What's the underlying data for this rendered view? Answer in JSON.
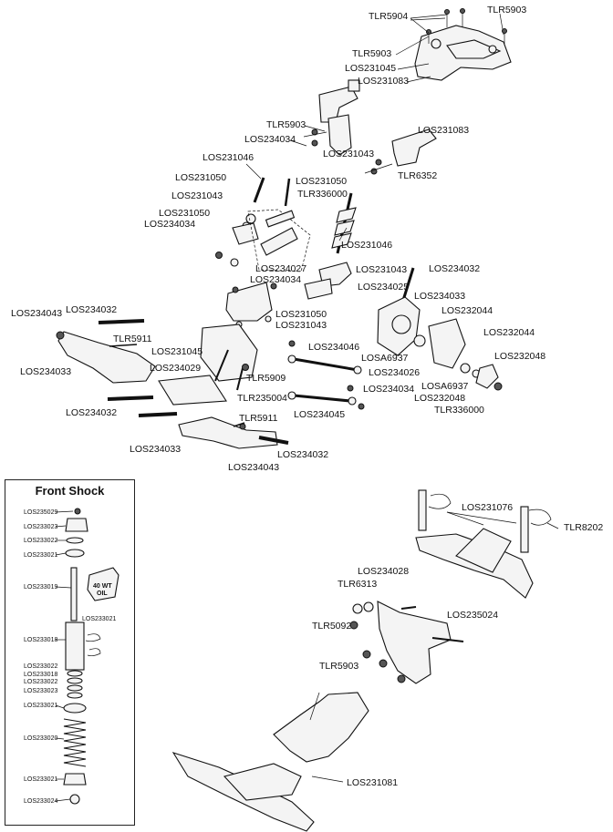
{
  "shock_title": "Front Shock",
  "oil_label_line1": "40 WT",
  "oil_label_line2": "OIL",
  "labels": {
    "tlr5904": "TLR5904",
    "tlr5903_a": "TLR5903",
    "tlr5903_b": "TLR5903",
    "los231045_a": "LOS231045",
    "los231083_a": "LOS231083",
    "tlr5903_c": "TLR5903",
    "los234034_a": "LOS234034",
    "los231043_a": "LOS231043",
    "los231083_b": "LOS231083",
    "tlr6352": "TLR6352",
    "los231046_a": "LOS231046",
    "los231050_a": "LOS231050",
    "los231050_b": "LOS231050",
    "tlr336000_a": "TLR336000",
    "los231043_b": "LOS231043",
    "los231050_c": "LOS231050",
    "los234034_b": "LOS234034",
    "los231046_b": "LOS231046",
    "los234027": "LOS234027",
    "los234034_c": "LOS234034",
    "los231043_c": "LOS231043",
    "los234032_a": "LOS234032",
    "los234025": "LOS234025",
    "los234033_a": "LOS234033",
    "los231050_d": "LOS231050",
    "los231043_d": "LOS231043",
    "los232044_a": "LOS232044",
    "los232044_b": "LOS232044",
    "los234043_a": "LOS234043",
    "los234032_b": "LOS234032",
    "tlr5911_a": "TLR5911",
    "los231045_b": "LOS231045",
    "los234046": "LOS234046",
    "losa6937_a": "LOSA6937",
    "los232048_a": "LOS232048",
    "los234026": "LOS234026",
    "los234033_b": "LOS234033",
    "los234029": "LOS234029",
    "tlr5909": "TLR5909",
    "los234034_d": "LOS234034",
    "losa6937_b": "LOSA6937",
    "los232048_b": "LOS232048",
    "tlr336000_b": "TLR336000",
    "tlr235004": "TLR235004",
    "los234032_c": "LOS234032",
    "tlr5911_b": "TLR5911",
    "los234045": "LOS234045",
    "los234033_c": "LOS234033",
    "los234032_d": "LOS234032",
    "los234043_b": "LOS234043",
    "los231076": "LOS231076",
    "tlr8202": "TLR8202",
    "los234028": "LOS234028",
    "tlr6313": "TLR6313",
    "los235024": "LOS235024",
    "tlr5092": "TLR5092",
    "tlr5903_d": "TLR5903",
    "los231081": "LOS231081"
  },
  "shock_labels": {
    "s1": "LOS235029",
    "s2": "LOS233023",
    "s3": "LOS233022",
    "s4": "LOS233021",
    "s5": "LOS233019",
    "s6": "LOS233021",
    "s7": "LOS233018",
    "s8": "LOS233022",
    "s9": "LOS233018",
    "s10": "LOS233022",
    "s11": "LOS233023",
    "s12": "LOS233021",
    "s13": "LOS233020",
    "s14": "LOS233021",
    "s15": "LOS233024"
  }
}
